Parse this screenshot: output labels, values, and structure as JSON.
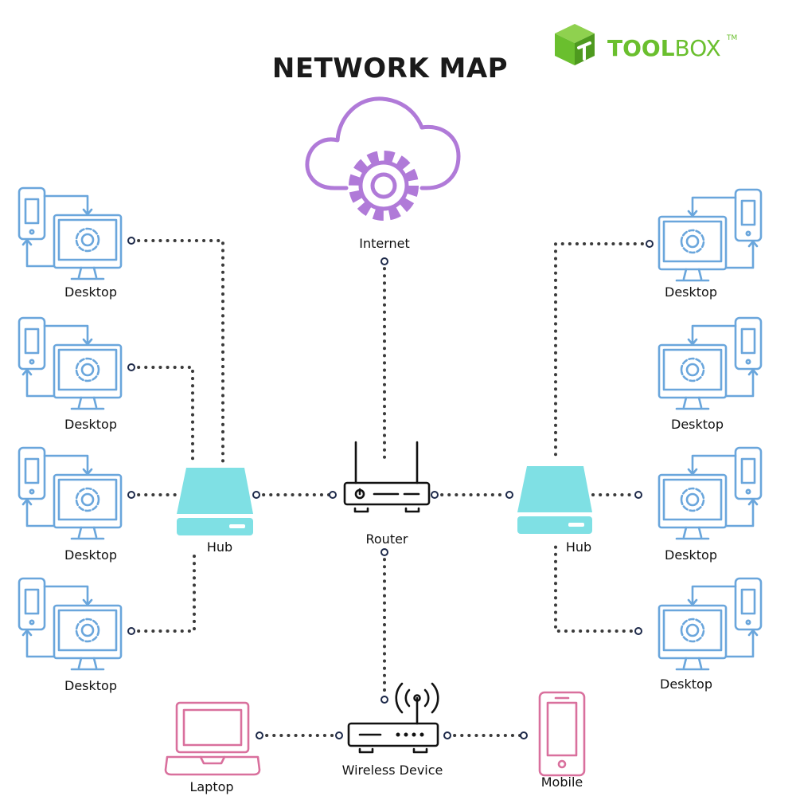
{
  "title": "NETWORK MAP",
  "brand": {
    "name_bold": "TOOL",
    "name_light": "BOX",
    "trademark": "TM",
    "logo_color": "#6abf2e"
  },
  "nodes": {
    "internet": "Internet",
    "router": "Router",
    "hub_left": "Hub",
    "hub_right": "Hub",
    "wireless": "Wireless Device",
    "laptop": "Laptop",
    "mobile": "Mobile",
    "desktops_left": [
      "Desktop",
      "Desktop",
      "Desktop",
      "Desktop"
    ],
    "desktops_right": [
      "Desktop",
      "Desktop",
      "Desktop",
      "Desktop"
    ]
  },
  "colors": {
    "desktop": "#6aa6dc",
    "hub": "#7fe0e4",
    "cloud": "#b07ad8",
    "endpoint": "#d9709d",
    "connector": "#3a3a3a"
  }
}
